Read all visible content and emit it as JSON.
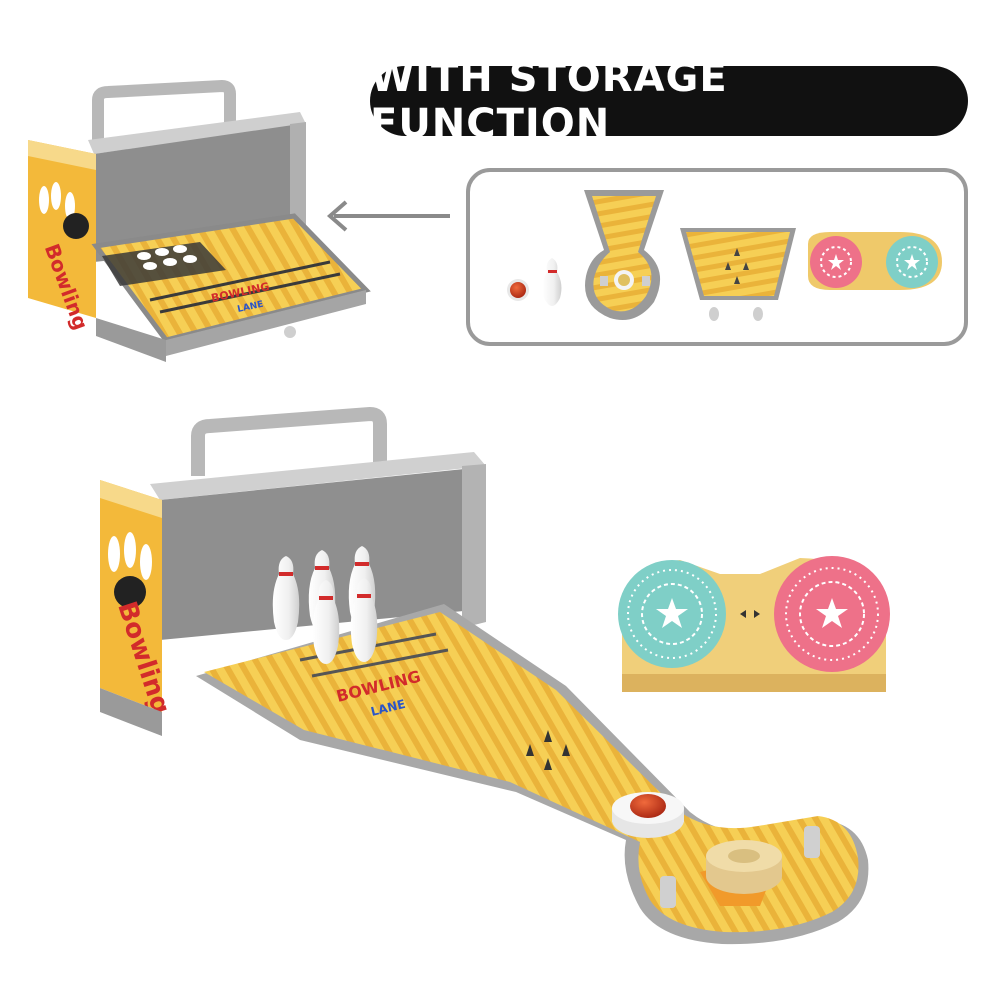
{
  "banner": {
    "title": "WITH STORAGE FUNCTION"
  },
  "box_print": {
    "brand": "Bowling"
  },
  "lane_logo": {
    "line1": "BOWLING",
    "line2": "LANE"
  },
  "colors": {
    "banner_bg": "#111111",
    "lane_yellow": "#f4c94a",
    "lane_stripe": "#e8a92c",
    "case_grey": "#bdbdbd",
    "pink_dial": "#ee7189",
    "teal_dial": "#7fcfc7",
    "ball_red": "#c9341c"
  },
  "icons": [
    "arrow-left-icon",
    "bowling-pin-icon",
    "bowling-ball-icon",
    "star-icon"
  ]
}
